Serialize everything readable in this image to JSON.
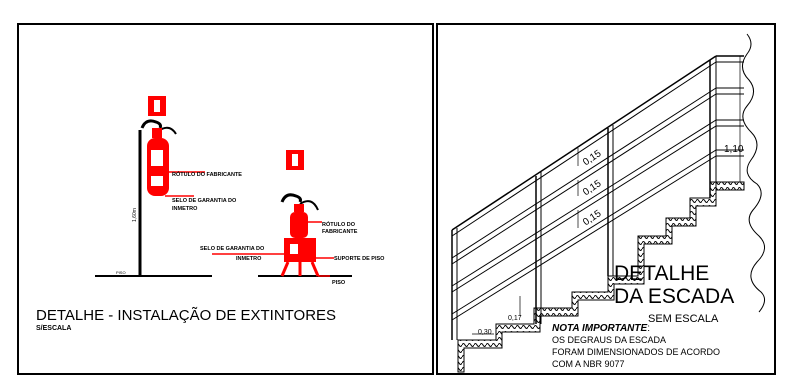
{
  "left_panel": {
    "title": "DETALHE  -  INSTALAÇÃO DE EXTINTORES",
    "scale": "S/ESCALA",
    "wall_detail": {
      "label_rotulo": "RÓTULO DO FABRICANTE",
      "label_selo_1": "SELO DE GARANTIA DO",
      "label_selo_2": "INMETRO",
      "label_height": "1,60m",
      "label_piso": "PISO"
    },
    "floor_detail": {
      "label_rotulo_1": "RÓTULO DO",
      "label_rotulo_2": "FABRICANTE",
      "label_selo_1": "SELO DE GARANTIA DO",
      "label_selo_2": "INMETRO",
      "label_suporte": "SUPORTE DE PISO",
      "label_piso": "PISO"
    }
  },
  "right_panel": {
    "title_1": "DETALHE",
    "title_2": "DA ESCADA",
    "scale": "SEM ESCALA",
    "note_title": "NOTA IMPORTANTE",
    "note_colon": ":",
    "note_line_1": "OS DEGRAUS DA ESCADA",
    "note_line_2": "FORAM  DIMENSIONADOS DE ACORDO",
    "note_line_3": "COM A NBR 9077",
    "dim_handrail": "1,10",
    "dim_rail_1": "0,15",
    "dim_rail_2": "0,15",
    "dim_rail_3": "0,15",
    "dim_riser": "0,17",
    "dim_tread": "0,30"
  },
  "colors": {
    "accent": "#ff0000",
    "line": "#000000",
    "background": "#ffffff"
  }
}
